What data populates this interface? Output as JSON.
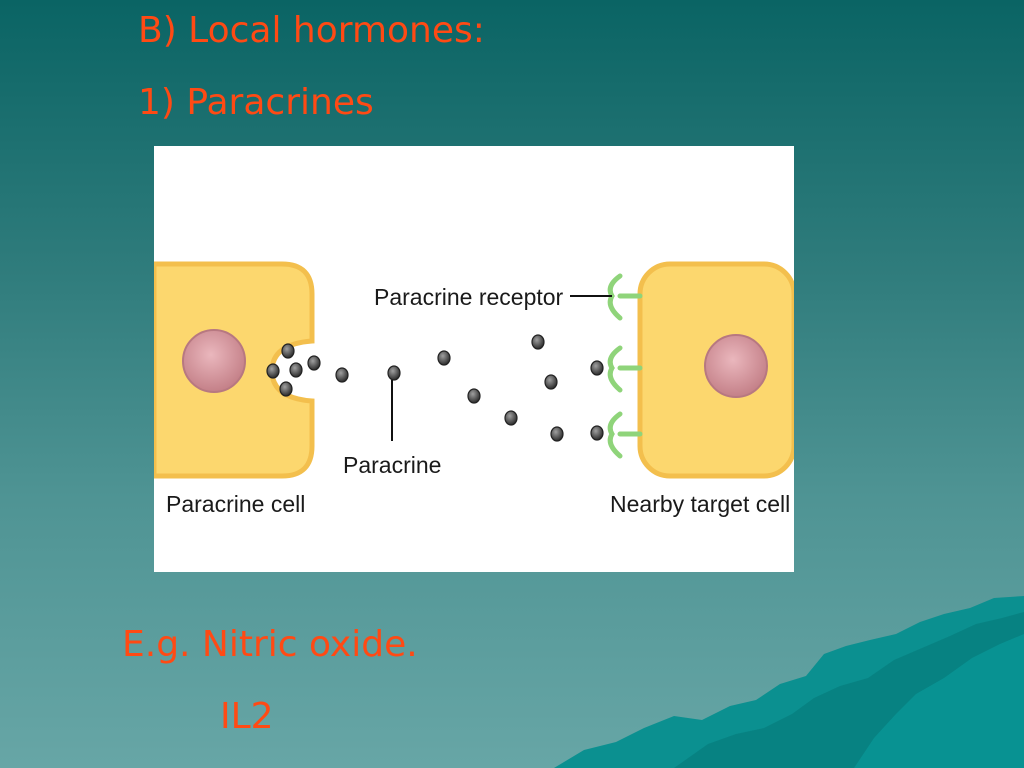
{
  "slide": {
    "heading": "B) Local hormones:",
    "subheading": "1)  Paracrines",
    "example_line1": "E.g. Nitric oxide.",
    "example_line2": "IL2"
  },
  "figure": {
    "labels": {
      "source_cell": "Paracrine cell",
      "target_cell": "Nearby target cell",
      "receptor": "Paracrine receptor",
      "molecule": "Paracrine"
    }
  },
  "colors": {
    "text_accent": "#ff4a14",
    "cell_fill": "#fcd76e",
    "cell_stroke": "#f2bd4a",
    "nucleus": "#c98a93",
    "receptor": "#8fd47a",
    "molecule": "#4a4a4a"
  }
}
